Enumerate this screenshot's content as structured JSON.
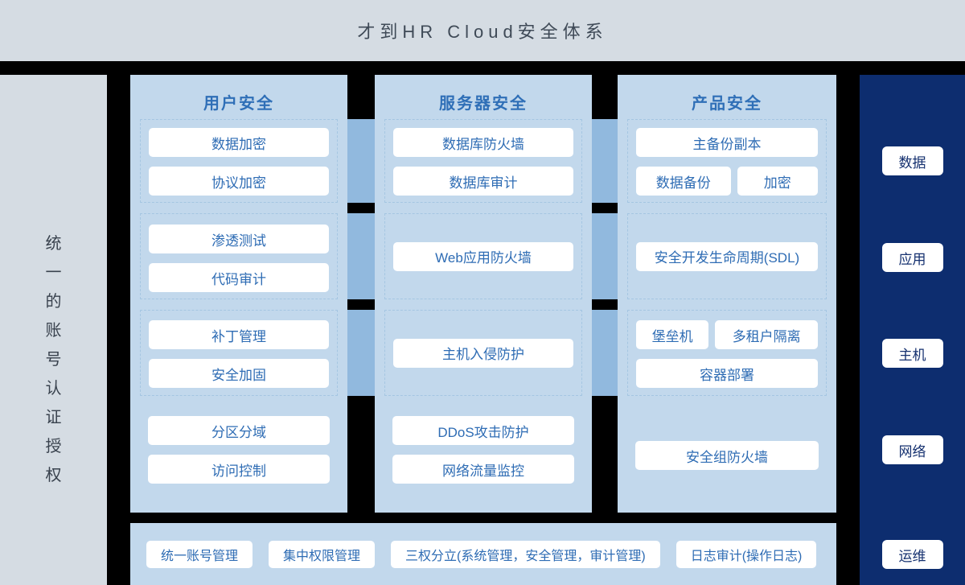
{
  "title": "才到HR Cloud安全体系",
  "left_sidebar": {
    "vertical_label": "统一的账号认证授权"
  },
  "columns": [
    {
      "header": "用户安全",
      "groups": [
        {
          "items": [
            "数据加密",
            "协议加密"
          ]
        },
        {
          "items": [
            "渗透测试",
            "代码审计"
          ]
        },
        {
          "items": [
            "补丁管理",
            "安全加固"
          ]
        },
        {
          "items": [
            "分区分域",
            "访问控制"
          ]
        }
      ]
    },
    {
      "header": "服务器安全",
      "groups": [
        {
          "items": [
            "数据库防火墙",
            "数据库审计"
          ]
        },
        {
          "items": [
            "Web应用防火墙"
          ]
        },
        {
          "items": [
            "主机入侵防护"
          ]
        },
        {
          "items": [
            "DDoS攻击防护",
            "网络流量监控"
          ]
        }
      ]
    },
    {
      "header": "产品安全",
      "groups": [
        {
          "items": [
            "主备份副本",
            "数据备份",
            "加密"
          ]
        },
        {
          "items": [
            "安全开发生命周期(SDL)"
          ]
        },
        {
          "items": [
            "堡垒机",
            "多租户隔离",
            "容器部署"
          ]
        },
        {
          "items": [
            "安全组防火墙"
          ]
        }
      ]
    }
  ],
  "right_sidebar": {
    "items": [
      "数据",
      "应用",
      "主机",
      "网络",
      "运维"
    ]
  },
  "bottom_bar": {
    "items": [
      "统一账号管理",
      "集中权限管理",
      "三权分立(系统管理，安全管理，审计管理)",
      "日志审计(操作日志)"
    ]
  },
  "colors": {
    "header_bg": "#d5dce3",
    "column_bg": "#c2d8ec",
    "connector": "#91b9de",
    "navy": "#0d2d6f",
    "accent_blue": "#2e6cb4",
    "background": "#000000"
  }
}
